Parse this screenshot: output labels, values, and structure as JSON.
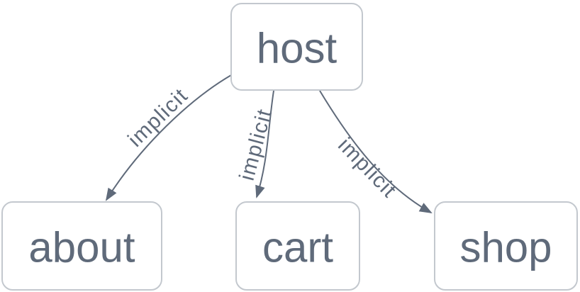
{
  "diagram": {
    "type": "flowchart",
    "direction": "top-down",
    "nodes": [
      {
        "id": "host",
        "label": "host"
      },
      {
        "id": "about",
        "label": "about"
      },
      {
        "id": "cart",
        "label": "cart"
      },
      {
        "id": "shop",
        "label": "shop"
      }
    ],
    "edges": [
      {
        "from": "host",
        "to": "about",
        "label": "implicit"
      },
      {
        "from": "host",
        "to": "cart",
        "label": "implicit"
      },
      {
        "from": "host",
        "to": "shop",
        "label": "implicit"
      }
    ],
    "colors": {
      "background": "#ffffff",
      "node_fill": "#ffffff",
      "node_border": "#c3c8ce",
      "node_text": "#5f6a7a",
      "edge": "#5f6a7a",
      "edge_label": "#5f6a7a"
    }
  }
}
